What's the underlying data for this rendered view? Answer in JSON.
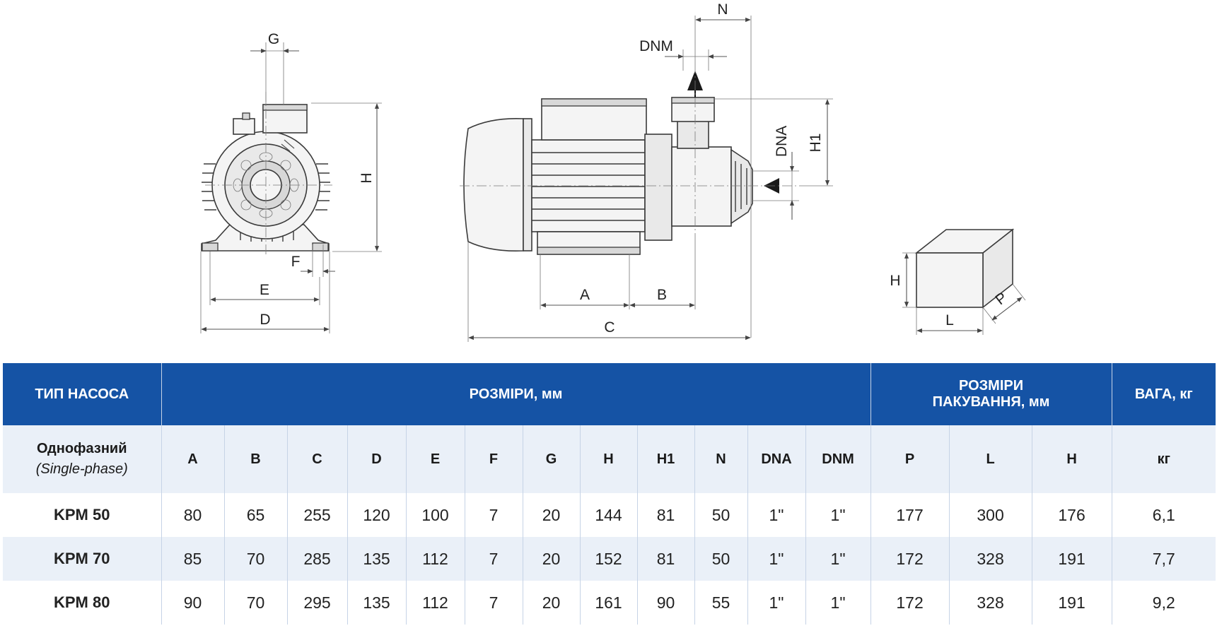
{
  "labels": {
    "front": {
      "G": "G",
      "H": "H",
      "F": "F",
      "E": "E",
      "D": "D"
    },
    "side": {
      "N": "N",
      "DNM": "DNM",
      "DNA": "DNA",
      "H1": "H1",
      "A": "A",
      "B": "B",
      "C": "C"
    },
    "box": {
      "H": "H",
      "P": "P",
      "L": "L"
    }
  },
  "table": {
    "header": {
      "type": "ТИП НАСОСА",
      "dims": "РОЗМІРИ, мм",
      "pack_line1": "РОЗМІРИ",
      "pack_line2": "ПАКУВАННЯ, мм",
      "weight": "ВАГА, кг"
    },
    "subheader": {
      "type_line1": "Однофазний",
      "type_line2": "(Single-phase)",
      "cols": [
        "A",
        "B",
        "C",
        "D",
        "E",
        "F",
        "G",
        "H",
        "H1",
        "N",
        "DNA",
        "DNM",
        "P",
        "L",
        "H",
        "кг"
      ]
    },
    "rows": [
      {
        "model": "KPM 50",
        "values": [
          "80",
          "65",
          "255",
          "120",
          "100",
          "7",
          "20",
          "144",
          "81",
          "50",
          "1\"",
          "1\"",
          "177",
          "300",
          "176",
          "6,1"
        ]
      },
      {
        "model": "KPM 70",
        "values": [
          "85",
          "70",
          "285",
          "135",
          "112",
          "7",
          "20",
          "152",
          "81",
          "50",
          "1\"",
          "1\"",
          "172",
          "328",
          "191",
          "7,7"
        ]
      },
      {
        "model": "KPM 80",
        "values": [
          "90",
          "70",
          "295",
          "135",
          "112",
          "7",
          "20",
          "161",
          "90",
          "55",
          "1\"",
          "1\"",
          "172",
          "328",
          "191",
          "9,2"
        ]
      }
    ]
  }
}
